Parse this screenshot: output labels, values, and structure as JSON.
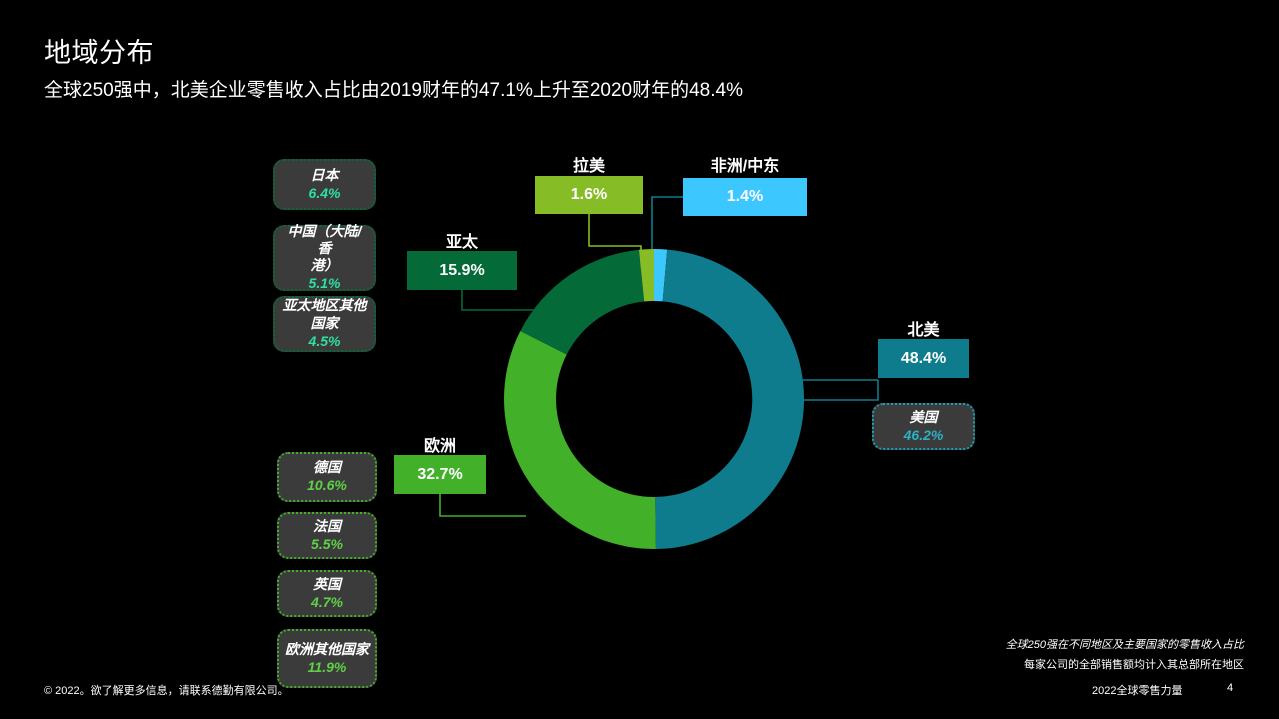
{
  "header": {
    "title": "地域分布",
    "subtitle": "全球250强中，北美企业零售收入占比由2019财年的47.1%上升至2020财年的48.4%"
  },
  "colors": {
    "north_america": "#0E7C8C",
    "europe": "#43B02A",
    "asia_pacific": "#046A38",
    "latin_america": "#86BC25",
    "africa_middle_east": "#3CC8FF",
    "background": "#000000",
    "subbox_fill": "#3B3B3B"
  },
  "chart_data": {
    "type": "pie",
    "title": "地域分布",
    "subtitle": "全球250强中，北美企业零售收入占比由2019财年的47.1%上升至2020财年的48.4%",
    "donut": true,
    "labels": [
      "非洲/中东",
      "北美",
      "欧洲",
      "亚太",
      "拉美"
    ],
    "values": [
      1.4,
      48.4,
      32.7,
      15.9,
      1.6
    ],
    "value_labels": [
      "1.4%",
      "48.4%",
      "32.7%",
      "15.9%",
      "1.6%"
    ],
    "colors": [
      "#3CC8FF",
      "#0E7C8C",
      "#43B02A",
      "#046A38",
      "#86BC25"
    ],
    "start_angle_deg": -90,
    "direction": "clockwise",
    "legend": "callout-boxes",
    "grid": false,
    "breakdowns": [
      {
        "region": "亚太",
        "color": "#046A38",
        "items": [
          {
            "name": "日本",
            "value": 6.4,
            "value_label": "6.4%"
          },
          {
            "name": "中国（大陆/香\n港）",
            "value": 5.1,
            "value_label": "5.1%"
          },
          {
            "name": "亚太地区其他\n国家",
            "value": 4.5,
            "value_label": "4.5%"
          }
        ]
      },
      {
        "region": "欧洲",
        "color": "#43B02A",
        "items": [
          {
            "name": "德国",
            "value": 10.6,
            "value_label": "10.6%"
          },
          {
            "name": "法国",
            "value": 5.5,
            "value_label": "5.5%"
          },
          {
            "name": "英国",
            "value": 4.7,
            "value_label": "4.7%"
          },
          {
            "name": "欧洲其他国家",
            "value": 11.9,
            "value_label": "11.9%"
          }
        ]
      },
      {
        "region": "北美",
        "color": "#0E7C8C",
        "items": [
          {
            "name": "美国",
            "value": 46.2,
            "value_label": "46.2%"
          }
        ]
      }
    ]
  },
  "callouts": {
    "asia_pacific": {
      "title": "亚太",
      "value": "15.9%"
    },
    "latin_america": {
      "title": "拉美",
      "value": "1.6%"
    },
    "africa_middle_east": {
      "title": "非洲/中东",
      "value": "1.4%"
    },
    "north_america": {
      "title": "北美",
      "value": "48.4%"
    },
    "europe": {
      "title": "欧洲",
      "value": "32.7%"
    }
  },
  "subboxes": {
    "japan": {
      "name": "日本",
      "value": "6.4%"
    },
    "china": {
      "name_line1": "中国（大陆/香",
      "name_line2": "港）",
      "value": "5.1%"
    },
    "apac_other": {
      "name_line1": "亚太地区其他",
      "name_line2": "国家",
      "value": "4.5%"
    },
    "germany": {
      "name": "德国",
      "value": "10.6%"
    },
    "france": {
      "name": "法国",
      "value": "5.5%"
    },
    "uk": {
      "name": "英国",
      "value": "4.7%"
    },
    "europe_other": {
      "name": "欧洲其他国家",
      "value": "11.9%"
    },
    "usa": {
      "name": "美国",
      "value": "46.2%"
    }
  },
  "footer": {
    "note_line1": "全球250强在不同地区及主要国家的零售收入占比",
    "note_line2": "每家公司的全部销售额均计入其总部所在地区",
    "copyright": "© 2022。欲了解更多信息，请联系德勤有限公司。",
    "deck": "2022全球零售力量",
    "page": "4"
  }
}
